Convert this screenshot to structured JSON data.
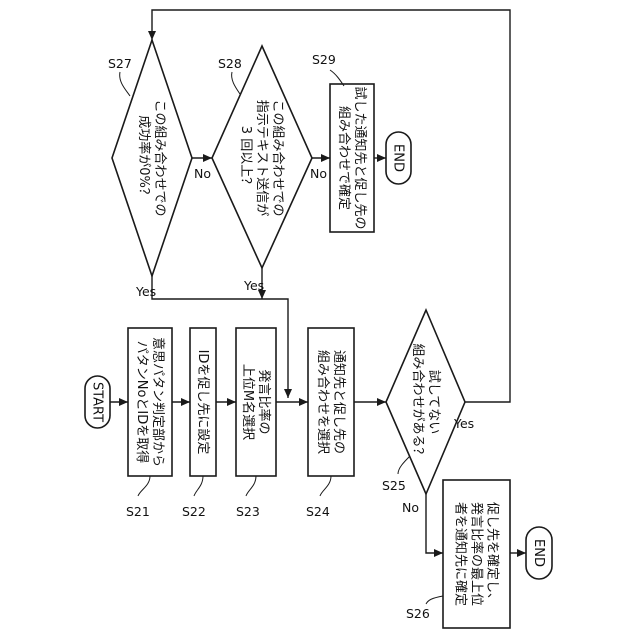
{
  "diagram": {
    "nodes": {
      "start": {
        "kind": "terminal",
        "text": [
          "START"
        ]
      },
      "s21": {
        "kind": "process",
        "step": "S21",
        "text": [
          "意思パタン判定部から",
          "パタンNoとIDを取得"
        ]
      },
      "s22": {
        "kind": "process",
        "step": "S22",
        "text": [
          "IDを促し先に設定"
        ]
      },
      "s23": {
        "kind": "process",
        "step": "S23",
        "text": [
          "発言比率の",
          "上位M名選択"
        ]
      },
      "s24": {
        "kind": "process",
        "step": "S24",
        "text": [
          "通知先と促し先の",
          "組み合わせを選択"
        ]
      },
      "s25": {
        "kind": "decision",
        "step": "S25",
        "text": [
          "試してない",
          "組み合わせがある？"
        ]
      },
      "s26": {
        "kind": "process",
        "step": "S26",
        "text": [
          "促し先を確定し、",
          "発言比率の最上位",
          "者を通知先に確定"
        ]
      },
      "end_bottom": {
        "kind": "terminal",
        "text": [
          "END"
        ]
      },
      "s27": {
        "kind": "decision",
        "step": "S27",
        "text": [
          "この組み合わせでの",
          "成功率が0%？"
        ]
      },
      "s28": {
        "kind": "decision",
        "step": "S28",
        "text": [
          "この組み合わせでの",
          "指示テキスト送信が",
          "3 回以上？"
        ]
      },
      "s29": {
        "kind": "process",
        "step": "S29",
        "text": [
          "試した通知先と促し先の",
          "組み合わせで確定"
        ]
      },
      "end_top": {
        "kind": "terminal",
        "text": [
          "END"
        ]
      }
    },
    "edge_labels": {
      "s25_yes": "Yes",
      "s25_no": "No",
      "s27_yes": "Yes",
      "s27_no": "No",
      "s28_yes": "Yes",
      "s28_no": "No"
    }
  }
}
